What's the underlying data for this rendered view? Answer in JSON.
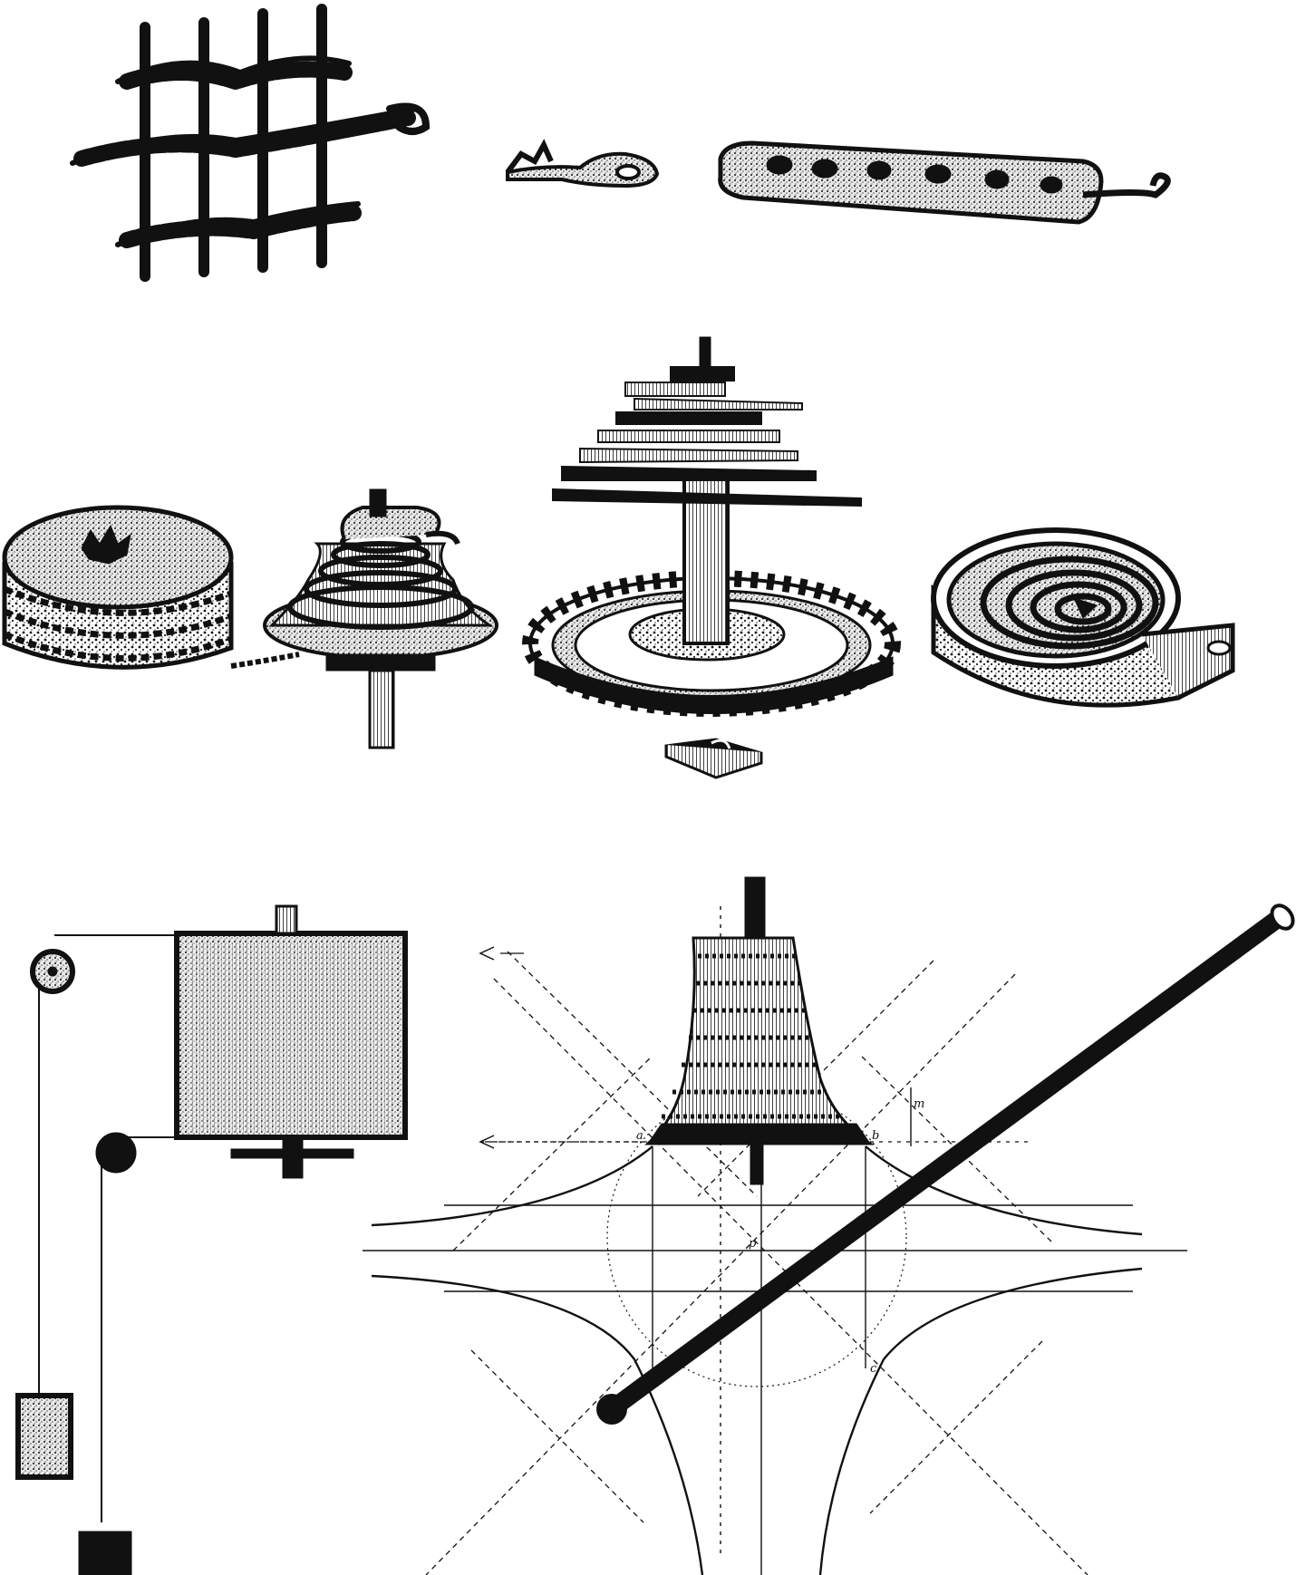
{
  "plate": {
    "ink": "#111111",
    "paper": "#ffffff",
    "figures": [
      {
        "id": "woven-fusee-chain",
        "kind": "engraving"
      },
      {
        "id": "chain-hook",
        "kind": "engraving"
      },
      {
        "id": "chain-links",
        "kind": "engraving"
      },
      {
        "id": "barrel-and-fusee",
        "kind": "engraving"
      },
      {
        "id": "stacked-fusee-with-wheel",
        "kind": "engraving"
      },
      {
        "id": "mainspring-in-ring",
        "kind": "engraving"
      },
      {
        "id": "weighted-drum-with-pulleys",
        "kind": "engraving"
      },
      {
        "id": "fusee-hyperbola-construction",
        "kind": "geometric-diagram"
      }
    ],
    "point_labels": [
      "a",
      "b",
      "c",
      "p",
      "m"
    ]
  }
}
